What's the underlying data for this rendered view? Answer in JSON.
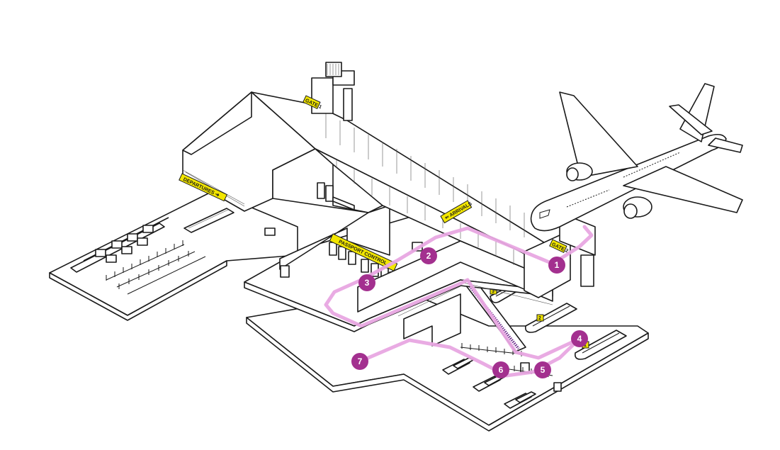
{
  "signs": {
    "gate1": "GATE 1",
    "gate2": "GATE 2",
    "departures": "DEPARTURES ➔",
    "arrivals": "⇐ ARRIVALS",
    "passport_control": "PASSPORT CONTROL"
  },
  "belts": [
    "3",
    "2",
    "1"
  ],
  "steps": [
    {
      "number": "1"
    },
    {
      "number": "2"
    },
    {
      "number": "3"
    },
    {
      "number": "4"
    },
    {
      "number": "5"
    },
    {
      "number": "6"
    },
    {
      "number": "7"
    }
  ],
  "colors": {
    "route": "#e8a6e2",
    "marker": "#a3308f",
    "sign": "#f2e600",
    "line": "#1a1a1a"
  }
}
